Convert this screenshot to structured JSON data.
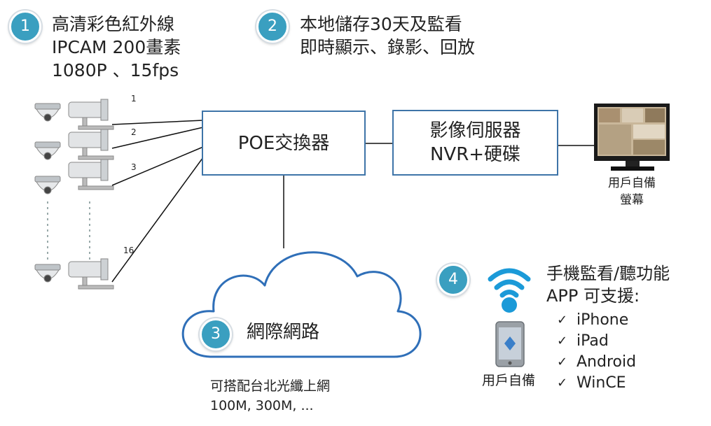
{
  "feature1": {
    "number": "1",
    "lines": [
      "高清彩色紅外線",
      "IPCAM 200畫素",
      "1080P 、15fps"
    ]
  },
  "feature2": {
    "number": "2",
    "lines": [
      "本地儲存30天及監看",
      "即時顯示、錄影、回放"
    ]
  },
  "feature3": {
    "number": "3",
    "title": "網際網路",
    "sub_lines": [
      "可搭配台北光纖上網",
      "100M, 300M, ..."
    ]
  },
  "feature4": {
    "number": "4",
    "lines": [
      "手機監看/聽功能",
      "APP 可支援:"
    ]
  },
  "camera_ports": [
    "1",
    "2",
    "3",
    "16"
  ],
  "poe_switch": {
    "label": "POE交換器"
  },
  "nvr": {
    "lines": [
      "影像伺服器",
      "NVR+硬碟"
    ]
  },
  "monitor": {
    "lines": [
      "用戶自備",
      "螢幕"
    ]
  },
  "phone": {
    "label": "用戶自備"
  },
  "app_support": {
    "check_glyph": "✓",
    "items": [
      "iPhone",
      "iPad",
      "Android",
      "WinCE"
    ]
  },
  "colors": {
    "badge": "#3a9fc0",
    "box_border": "#3e74a8",
    "cloud_border": "#2f6fb8",
    "wifi": "#1b9ad8"
  },
  "icons": [
    "dome-camera-icon",
    "bullet-camera-icon",
    "monitor-icon",
    "wifi-icon",
    "smartphone-icon",
    "cloud-icon",
    "check-icon"
  ]
}
